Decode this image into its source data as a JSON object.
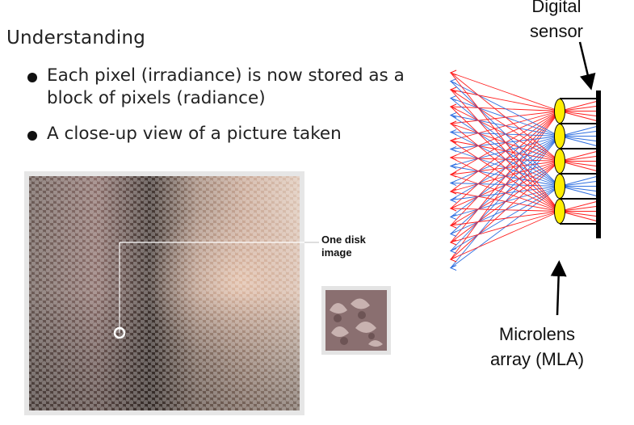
{
  "heading": "Understanding",
  "bullets": [
    "Each pixel (irradiance) is now stored as a block of pixels (radiance)",
    "A close-up view of a picture taken"
  ],
  "callout": {
    "line1": "One disk",
    "line2": "image"
  },
  "diagram": {
    "sensor_label": [
      "Digital",
      "sensor"
    ],
    "mla_label": [
      "Microlens",
      "array (MLA)"
    ],
    "lens_count": 5,
    "colors": {
      "red_rays": "#ff1f1f",
      "blue_rays": "#2f6fe0",
      "lens_fill": "#ffee00",
      "sensor": "#000000"
    }
  }
}
